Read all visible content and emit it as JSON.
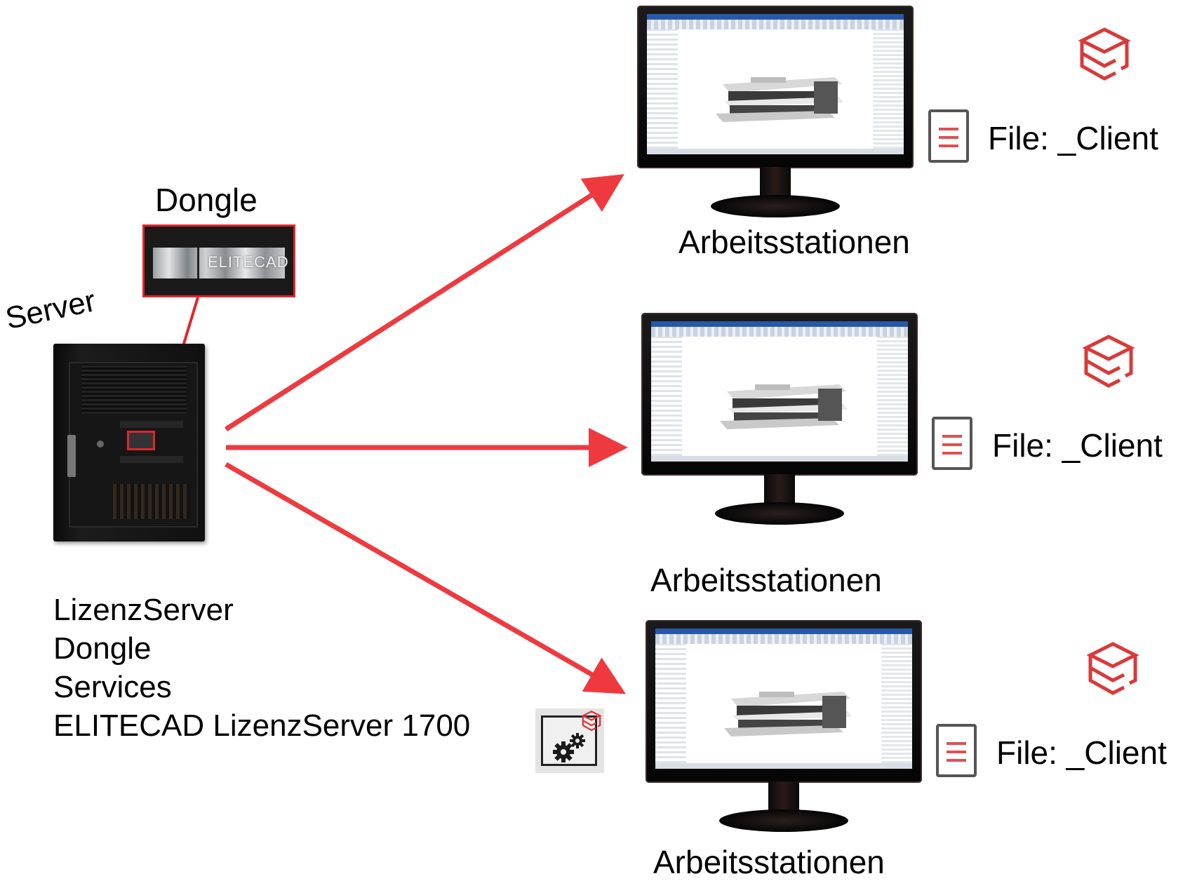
{
  "server": {
    "label": "Server",
    "details": [
      "LizenzServer",
      "Dongle",
      "Services",
      "ELITECAD LizenzServer 1700"
    ]
  },
  "dongle": {
    "label": "Dongle",
    "brand": "ELITECAD"
  },
  "workstations": [
    {
      "label": "Arbeitsstationen",
      "file": "File: _Client"
    },
    {
      "label": "Arbeitsstationen",
      "file": "File: _Client"
    },
    {
      "label": "Arbeitsstationen",
      "file": "File: _Client"
    }
  ],
  "colors": {
    "arrow": "#ee3a3f",
    "accent": "#e0262c",
    "doc_lines": "#e05050",
    "logo": "#d93a3a"
  },
  "icons": {
    "service": "gears-service-icon",
    "file": "document-icon",
    "logo": "elitecad-logo-icon"
  }
}
